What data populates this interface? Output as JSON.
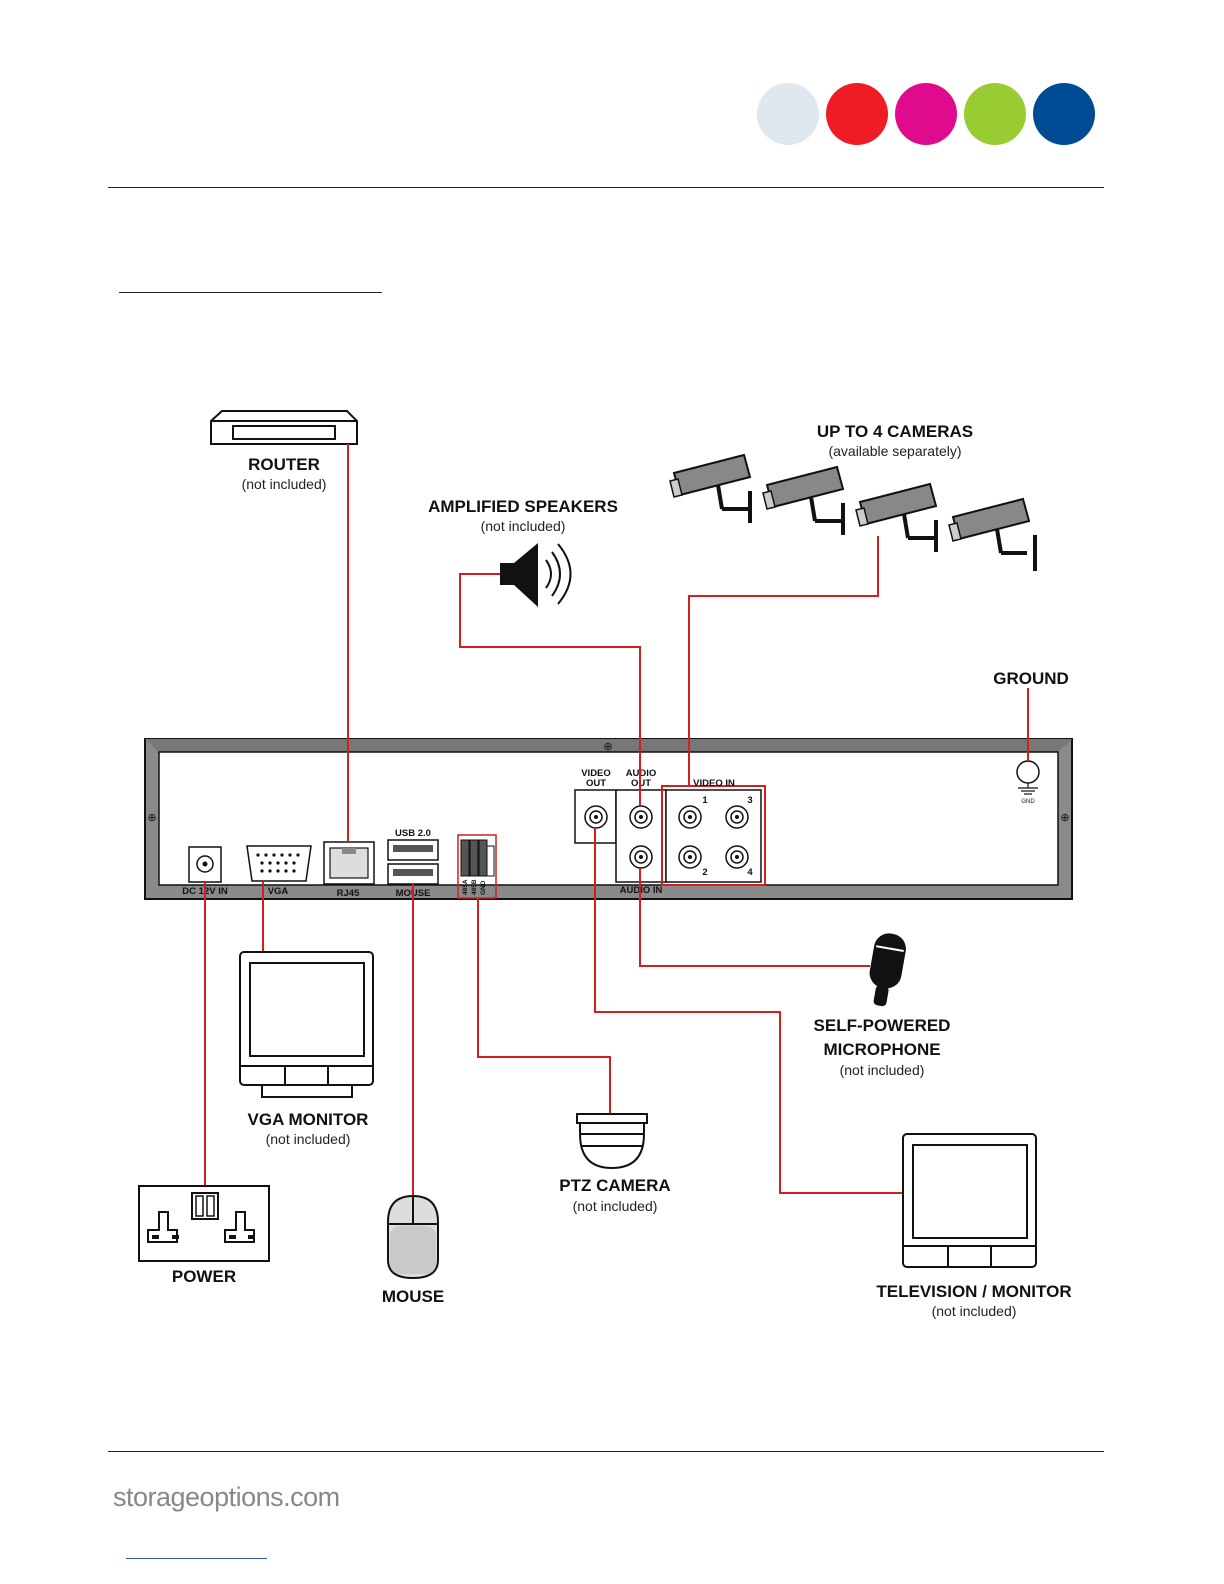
{
  "brand": {
    "colors": [
      "#dfe7ef",
      "#ee1c25",
      "#e00a8c",
      "#99cc33",
      "#004b96"
    ],
    "footer_text": "storageoptions.com"
  },
  "diagram": {
    "router": {
      "label": "ROUTER",
      "note": "(not included)"
    },
    "speakers": {
      "label": "AMPLIFIED SPEAKERS",
      "note": "(not included)"
    },
    "cameras": {
      "label": "UP TO 4 CAMERAS",
      "note": "(available separately)"
    },
    "ground": {
      "label": "GROUND"
    },
    "microphone": {
      "label_line1": "SELF-POWERED",
      "label_line2": "MICROPHONE",
      "note": "(not included)"
    },
    "vga_monitor": {
      "label": "VGA MONITOR",
      "note": "(not included)"
    },
    "ptz_camera": {
      "label": "PTZ CAMERA",
      "note": "(not included)"
    },
    "power": {
      "label": "POWER"
    },
    "mouse": {
      "label": "MOUSE"
    },
    "tv": {
      "label": "TELEVISION / MONITOR",
      "note": "(not included)"
    },
    "ports": {
      "dc": "DC 12V IN",
      "vga": "VGA",
      "rj45": "RJ45",
      "usb": "USB 2.0",
      "mouse": "MOUSE",
      "video_out_1": "VIDEO",
      "video_out_2": "OUT",
      "audio_out_1": "AUDIO",
      "audio_out_2": "OUT",
      "audio_in": "AUDIO IN",
      "video_in": "VIDEO IN",
      "ch1": "1",
      "ch2": "2",
      "ch3": "3",
      "ch4": "4",
      "rs485a": "485A",
      "rs485b": "485B",
      "gnd": "GND",
      "gnd_small": "GND"
    }
  }
}
